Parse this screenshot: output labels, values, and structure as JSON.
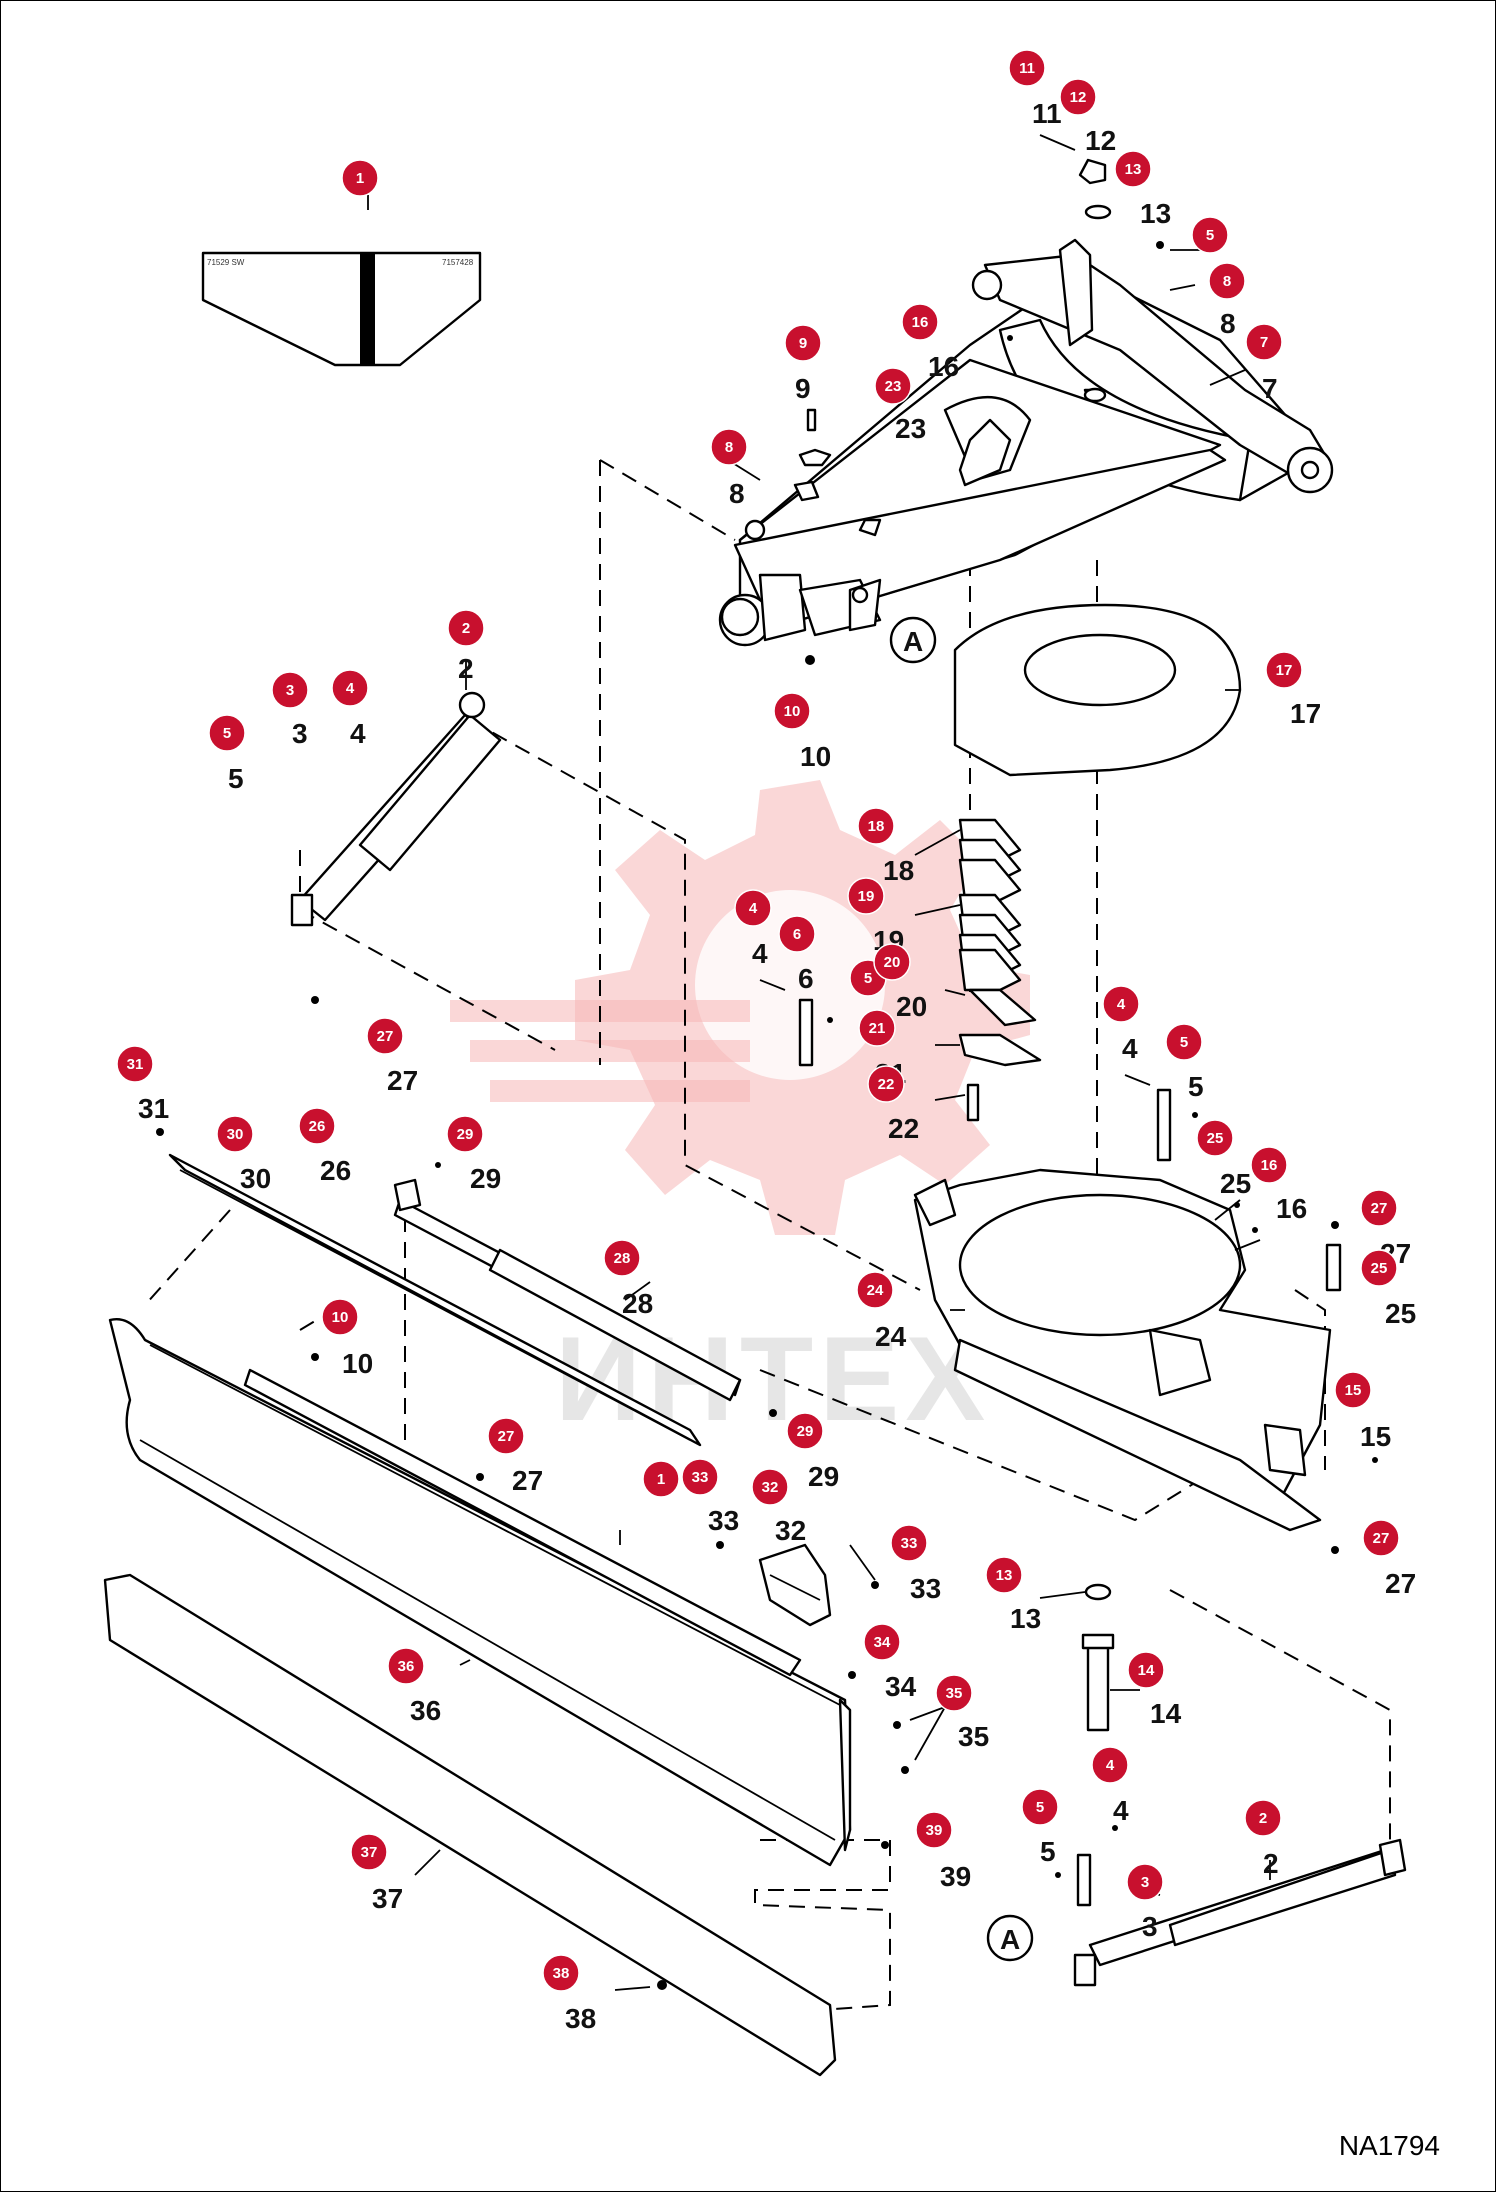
{
  "figure_code": "NA1794",
  "watermark": "ИНТЕХ",
  "decal": {
    "left_code": "71529 SW",
    "right_code": "7157428"
  },
  "view_marker": "A",
  "callouts": [
    {
      "n": "1"
    },
    {
      "n": "2"
    },
    {
      "n": "3"
    },
    {
      "n": "4"
    },
    {
      "n": "5"
    },
    {
      "n": "5"
    },
    {
      "n": "8"
    },
    {
      "n": "9"
    },
    {
      "n": "8"
    },
    {
      "n": "16"
    },
    {
      "n": "7"
    },
    {
      "n": "11"
    },
    {
      "n": "12"
    },
    {
      "n": "13"
    },
    {
      "n": "23"
    },
    {
      "n": "10"
    },
    {
      "n": "17"
    },
    {
      "n": "18"
    },
    {
      "n": "19"
    },
    {
      "n": "4"
    },
    {
      "n": "6"
    },
    {
      "n": "5"
    },
    {
      "n": "20"
    },
    {
      "n": "21"
    },
    {
      "n": "22"
    },
    {
      "n": "4"
    },
    {
      "n": "5"
    },
    {
      "n": "25"
    },
    {
      "n": "16"
    },
    {
      "n": "27"
    },
    {
      "n": "25"
    },
    {
      "n": "24"
    },
    {
      "n": "15"
    },
    {
      "n": "27"
    },
    {
      "n": "31"
    },
    {
      "n": "30"
    },
    {
      "n": "27"
    },
    {
      "n": "26"
    },
    {
      "n": "29"
    },
    {
      "n": "28"
    },
    {
      "n": "10"
    },
    {
      "n": "29"
    },
    {
      "n": "27"
    },
    {
      "n": "1"
    },
    {
      "n": "33"
    },
    {
      "n": "32"
    },
    {
      "n": "33"
    },
    {
      "n": "13"
    },
    {
      "n": "14"
    },
    {
      "n": "34"
    },
    {
      "n": "36"
    },
    {
      "n": "35"
    },
    {
      "n": "39"
    },
    {
      "n": "37"
    },
    {
      "n": "4"
    },
    {
      "n": "5"
    },
    {
      "n": "3"
    },
    {
      "n": "2"
    },
    {
      "n": "38"
    }
  ]
}
